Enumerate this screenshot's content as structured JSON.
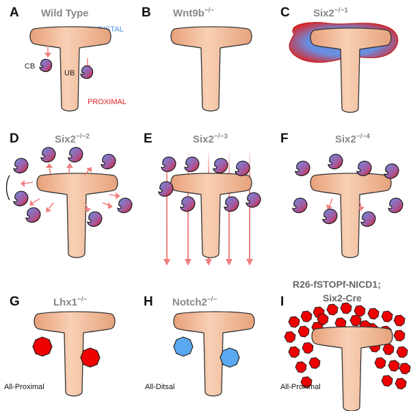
{
  "colors": {
    "ub_fill_light": "#f6c8a8",
    "ub_fill_dark": "#e8a07a",
    "cap_blue": "#6a8ee0",
    "cap_red": "#e02020",
    "arrow": "#f08080",
    "distal_text": "#4a90e2",
    "proximal_text": "#e02020",
    "mutant_red": "#ee0000",
    "mutant_blue": "#5aa8f0"
  },
  "panels": [
    {
      "letter": "A",
      "title": "Wild Type"
    },
    {
      "letter": "B",
      "title": "Wnt9b",
      "sup": "−/−"
    },
    {
      "letter": "C",
      "title": "Six2",
      "sup": "−/−1"
    },
    {
      "letter": "D",
      "title": "Six2",
      "sup": "−/−2"
    },
    {
      "letter": "E",
      "title": "Six2",
      "sup": "−/−3"
    },
    {
      "letter": "F",
      "title": "Six2",
      "sup": "−/−4"
    },
    {
      "letter": "G",
      "title": "Lhx1",
      "sup": "−/−"
    },
    {
      "letter": "H",
      "title": "Notch2",
      "sup": "−/−"
    },
    {
      "letter": "I",
      "title_line1": "R26-fSTOPf-NICD1;",
      "title_line2": "Six2-Cre"
    }
  ],
  "labels": {
    "distal": "DISTAL",
    "proximal": "PROXIMAL",
    "cb": "CB",
    "ub": "UB",
    "fate_g": "All-Proximal",
    "fate_h": "All-Ditsal",
    "fate_i": "All-Proximal"
  },
  "icons": {
    "arrow": "arrow-icon",
    "comma_body": "comma-shaped-body-icon",
    "cluster": "cluster-blob-icon"
  }
}
